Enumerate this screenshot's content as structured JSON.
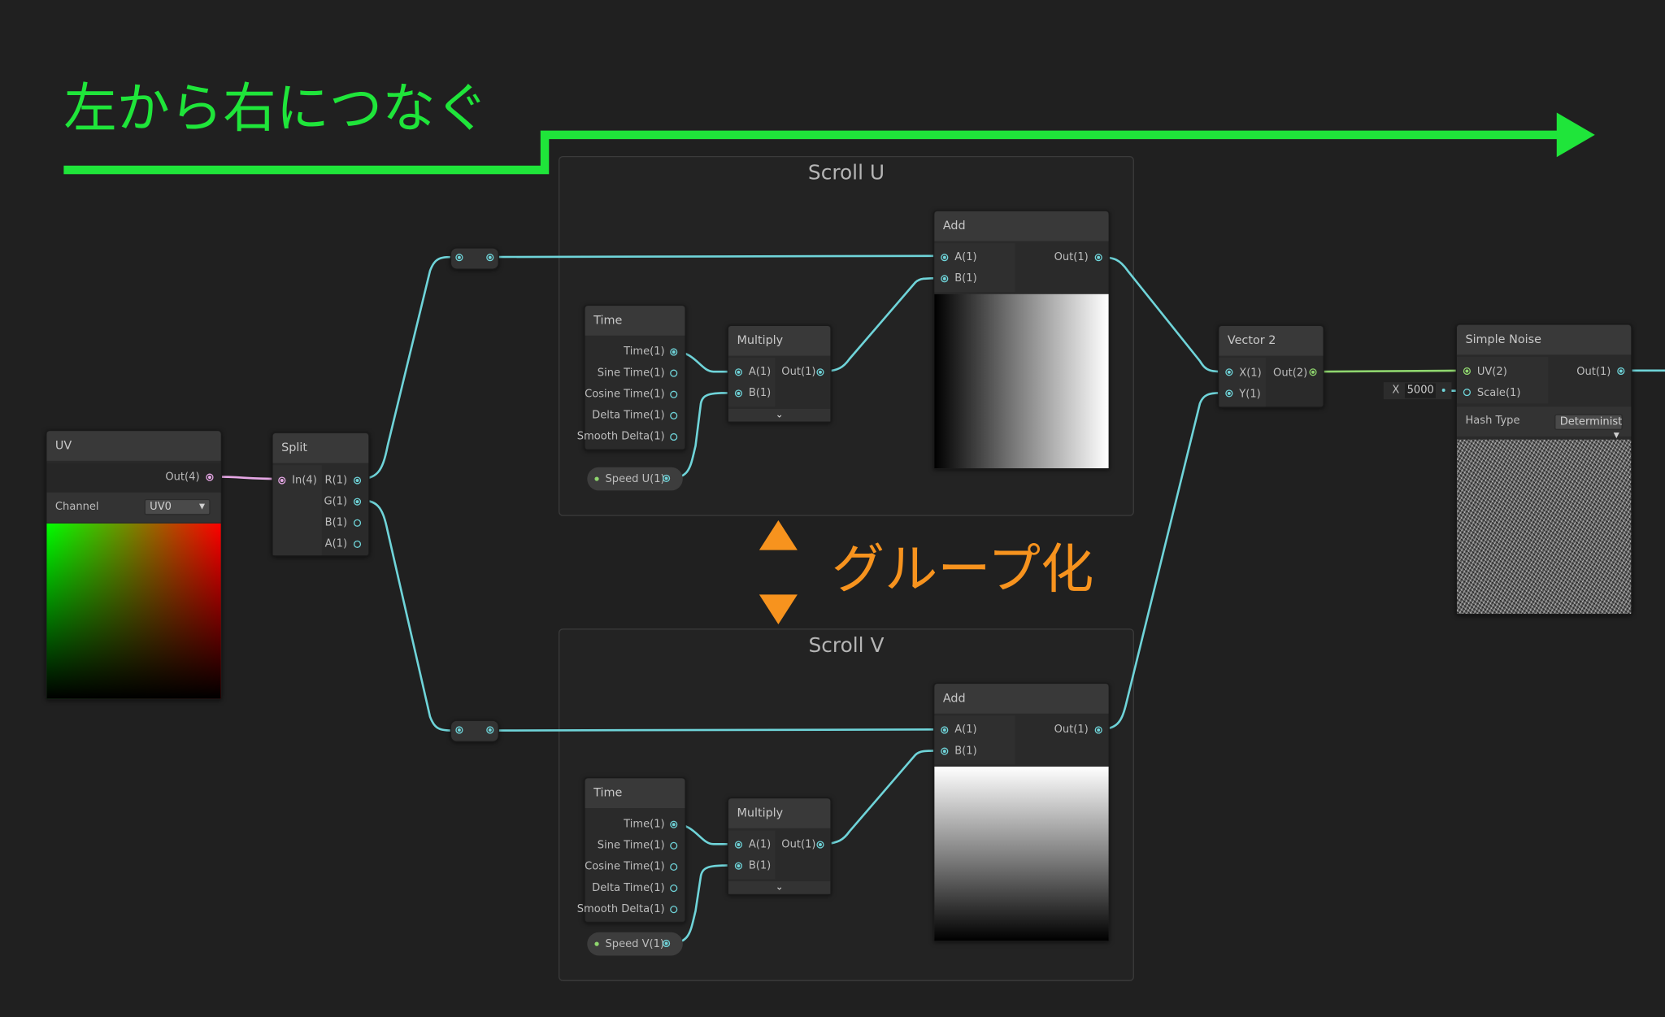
{
  "annotations": {
    "flow_text": "左から右につなぐ",
    "group_text": "グループ化",
    "flow_color": "#1fe53a",
    "group_color": "#f7931e"
  },
  "groups": {
    "u": "Scroll U",
    "v": "Scroll V"
  },
  "uv": {
    "title": "UV",
    "out": "Out(4)",
    "channel_label": "Channel",
    "channel_value": "UV0"
  },
  "split": {
    "title": "Split",
    "in": "In(4)",
    "outs": [
      "R(1)",
      "G(1)",
      "B(1)",
      "A(1)"
    ]
  },
  "time": {
    "title": "Time",
    "outs": [
      "Time(1)",
      "Sine Time(1)",
      "Cosine Time(1)",
      "Delta Time(1)",
      "Smooth Delta(1)"
    ]
  },
  "speed_u": "Speed U(1)",
  "speed_v": "Speed V(1)",
  "multiply": {
    "title": "Multiply",
    "a": "A(1)",
    "b": "B(1)",
    "out": "Out(1)"
  },
  "add": {
    "title": "Add",
    "a": "A(1)",
    "b": "B(1)",
    "out": "Out(1)"
  },
  "vector2": {
    "title": "Vector 2",
    "x": "X(1)",
    "y": "Y(1)",
    "out": "Out(2)"
  },
  "noise": {
    "title": "Simple Noise",
    "uv": "UV(2)",
    "scale": "Scale(1)",
    "out": "Out(1)",
    "hash_label": "Hash Type",
    "hash_value": "Determinist",
    "scale_field_label": "X",
    "scale_field_value": "5000"
  },
  "colors": {
    "wire": "#6fd4d9",
    "wire_uv": "#e7a8e6",
    "wire_vec2": "#8fd66e"
  }
}
